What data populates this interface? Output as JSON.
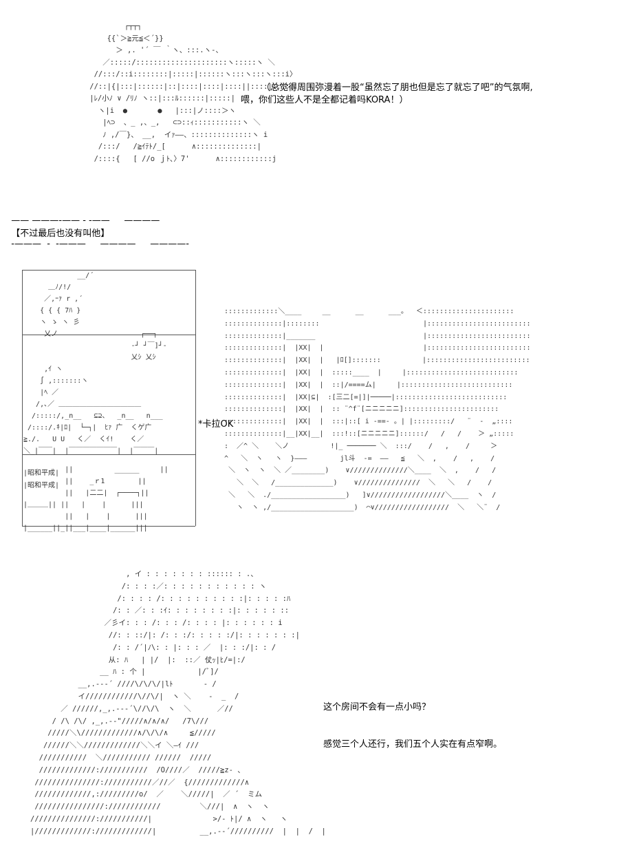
{
  "panel1": {
    "caption_line1": "（总觉得周围弥漫着一股“虽然忘了朋也但是忘了就忘了吧”的气氛啊,",
    "caption_line2": "喂，你们这些人不是全都记着吗KORA！）"
  },
  "divider": {
    "left_dashes": "—— ———-—— - -——     ————",
    "title": "【不过最后也没有叫他】",
    "right_dashes": "-———  -  -———     ————     ————-"
  },
  "panel2": {
    "sound_effect": "*卡拉OK",
    "sign_left_1": "|昭和平成|",
    "sign_left_2": "|昭和平成|"
  },
  "panel3": {
    "dialogue_line1": "这个房间不会有一点小吗？",
    "dialogue_line2": "感觉三个人还行，我们五个人实在有点窄啊。"
  }
}
